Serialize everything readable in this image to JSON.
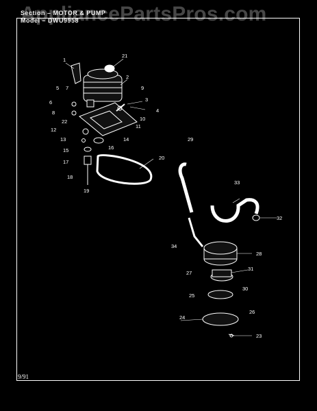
{
  "watermark": "AppliancePartsPros.com",
  "header": {
    "section_line": "Section – MOTOR & PUMP",
    "model_line": "Model – DWU9958"
  },
  "footer": {
    "date": "9/91"
  },
  "callouts": [
    "1",
    "2",
    "3",
    "4",
    "5",
    "6",
    "7",
    "8",
    "9",
    "10",
    "11",
    "12",
    "13",
    "14",
    "15",
    "16",
    "17",
    "18",
    "19",
    "20",
    "21",
    "22",
    "23",
    "24",
    "25",
    "26",
    "27",
    "28",
    "29",
    "30",
    "31",
    "32",
    "33",
    "34"
  ],
  "colors": {
    "background": "#000000",
    "lines": "#ffffff"
  }
}
